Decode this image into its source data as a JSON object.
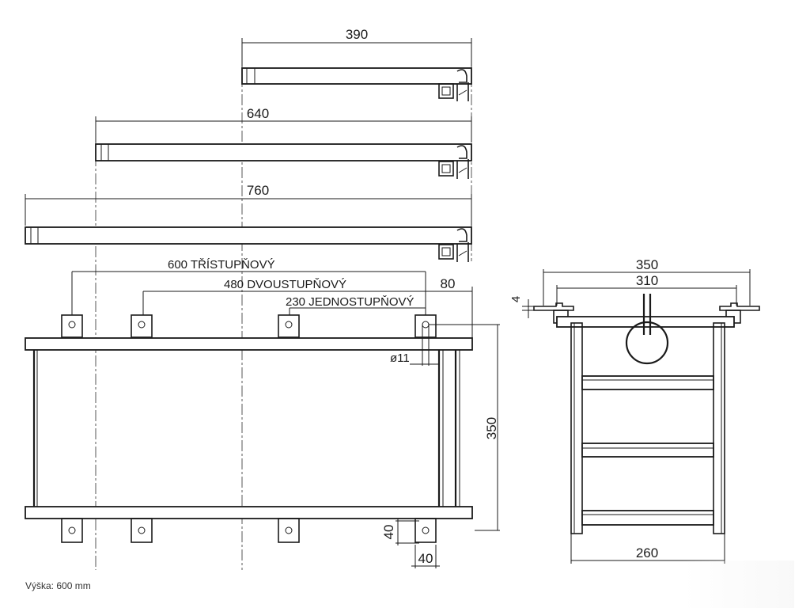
{
  "dimensions": {
    "d390": "390",
    "d640": "640",
    "d760": "760",
    "d600": "600 TŘÍSTUPŇOVÝ",
    "d480": "480 DVOUSTUPŇOVÝ",
    "d230": "230 JEDNOSTUPŇOVÝ",
    "d80": "80",
    "d11": "ø11",
    "d350_side": "350",
    "d40_v": "40",
    "d40_h": "40",
    "d350_top": "350",
    "d310": "310",
    "d4": "4",
    "d260": "260"
  },
  "caption": "Výška: 600 mm"
}
